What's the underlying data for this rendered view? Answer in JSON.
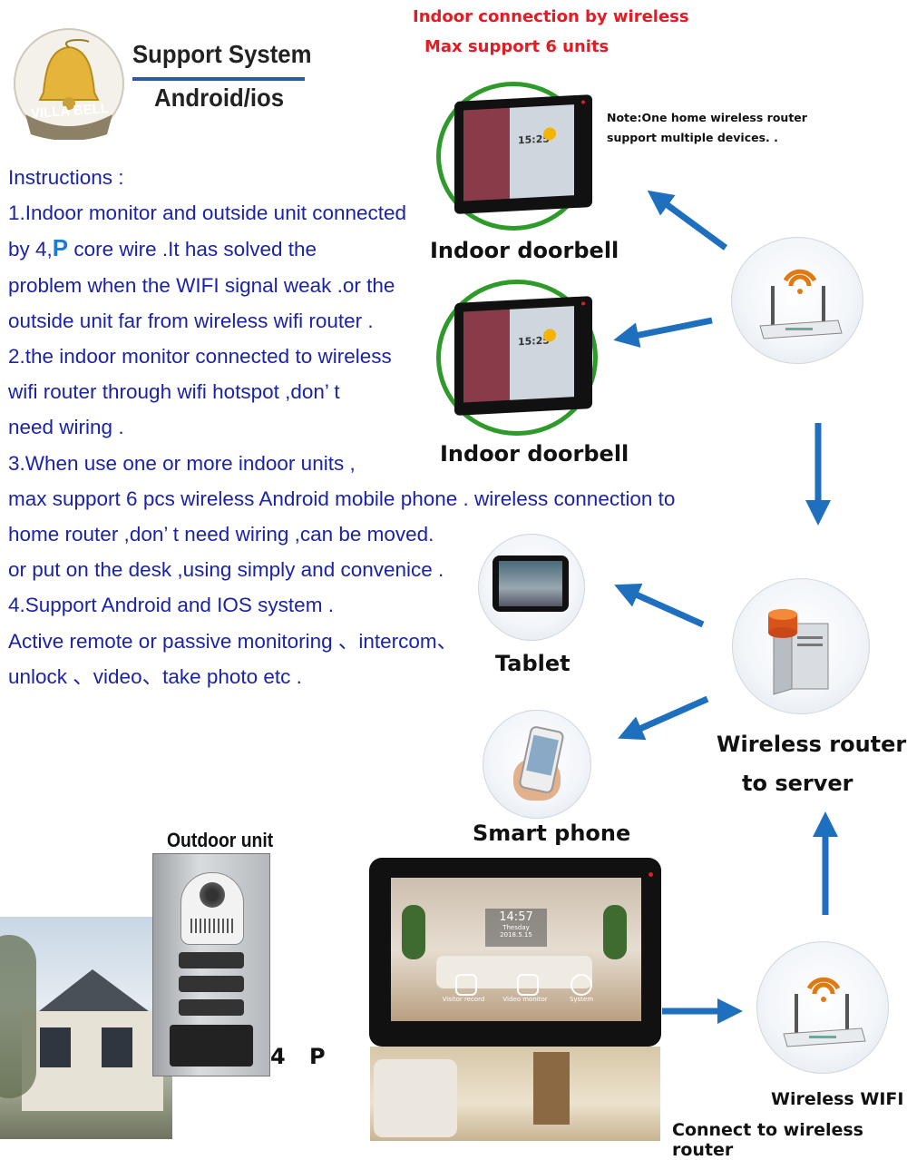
{
  "header": {
    "logo_text": "VILLA BELL",
    "support_system": "Support System",
    "android_ios": "Android/ios",
    "wireless_line1": "Indoor connection by wireless",
    "wireless_line2": "Max support 6 units"
  },
  "note": {
    "line1": "Note:One home wireless router",
    "line2": "support multiple  devices. ."
  },
  "instructions": {
    "lines": [
      "Instructions :",
      "1.Indoor monitor and outside unit connected",
      "problem when the WIFI signal weak .or the",
      "outside unit far from wireless wifi router .",
      "2.the indoor monitor connected to wireless",
      "wifi router through wifi hotspot ,don’ t",
      "need  wiring .",
      "3.When use one or more indoor units ,",
      "max support 6 pcs   wireless Android mobile phone . wireless connection to",
      "home router ,don’ t need wiring ,can be moved.",
      "or put on the desk  ,using simply and convenice .",
      "4.Support Android and IOS system  .",
      "Active remote or passive monitoring 、intercom、",
      "unlock 、video、take photo etc ."
    ],
    "line3_pre": "by 4,",
    "line3_p": "P",
    "line3_post": " core wire .It has solved the"
  },
  "labels": {
    "indoor1": "Indoor doorbell",
    "indoor2": "Indoor doorbell",
    "tablet": "Tablet",
    "smartphone": "Smart phone",
    "router_server_1": "Wireless router",
    "router_server_2": "to server",
    "outdoor": "Outdoor unit",
    "four": "4",
    "p": "P",
    "wifi_1": "Wireless WIFI",
    "wifi_2": "Connect to wireless router"
  },
  "screen": {
    "time_small": "15:25",
    "time_big": "14:57",
    "day": "Thesday",
    "date": "2018.5.15",
    "btn1": "Visitor record",
    "btn2": "Video monitor",
    "btn3": "System"
  },
  "colors": {
    "accent_blue": "#1b23a6",
    "arrow_blue": "#1f6fbf",
    "ring_green": "#2e9a2a",
    "red_text": "#e31b23"
  }
}
